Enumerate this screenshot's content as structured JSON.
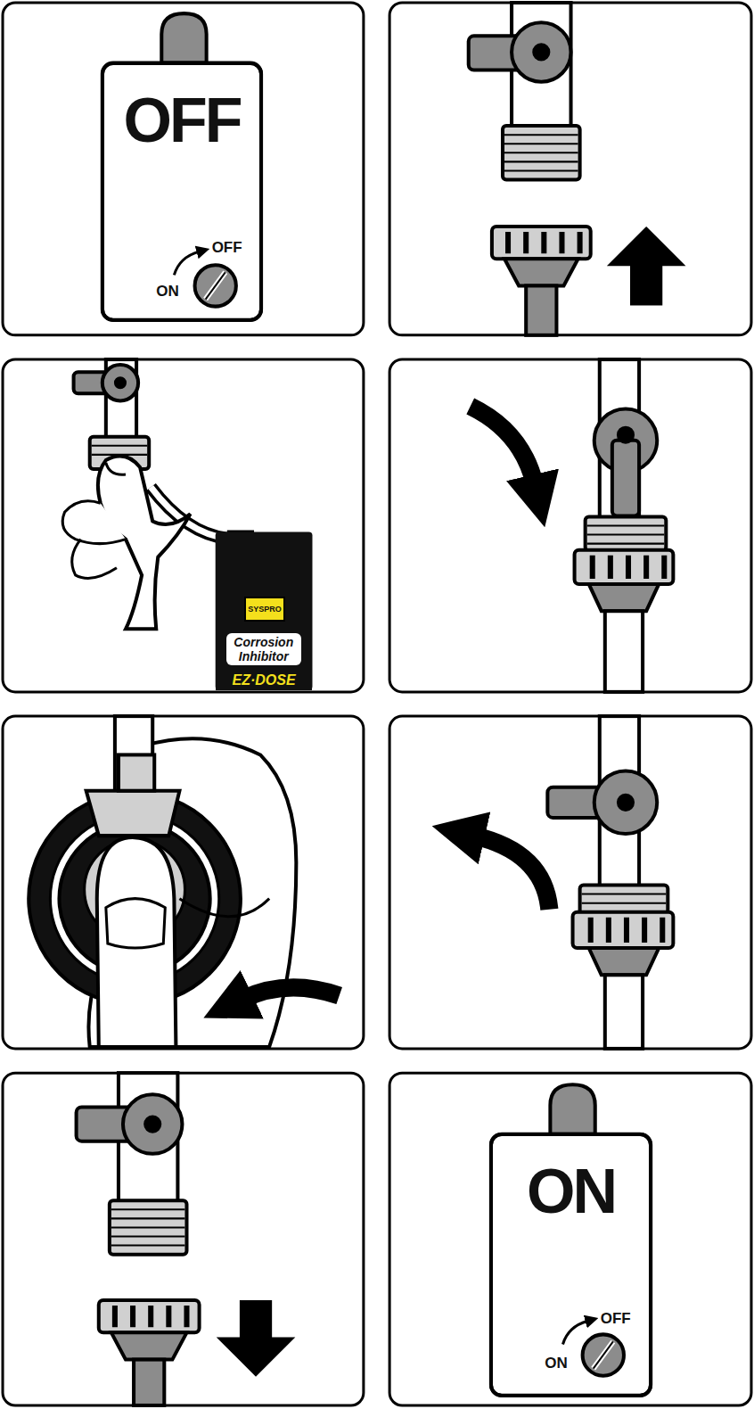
{
  "diagram": {
    "nodes": [
      {
        "text": [
          "OFF",
          "OFF",
          "ON"
        ]
      },
      {
        "text": [
          "Corrosion Inhibitor",
          "EZ·DOSE"
        ]
      },
      {
        "text": [
          "SYSPRO"
        ],
        "in": 1
      },
      {
        "text": [
          "ON",
          "OFF",
          "ON"
        ]
      }
    ]
  }
}
